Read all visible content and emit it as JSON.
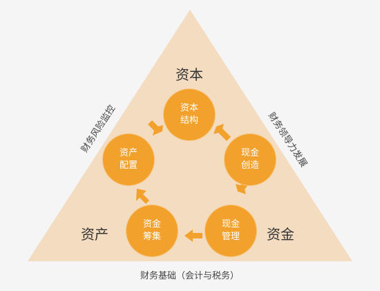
{
  "corners": {
    "top": "资本",
    "left": "资产",
    "right": "资金"
  },
  "sides": {
    "left": "财务风险监控",
    "right": "财务领导力发展",
    "bottom": "财务基础（会计与税务）"
  },
  "cycle": [
    {
      "id": "capital-structure",
      "text": "资本结构"
    },
    {
      "id": "cash-creation",
      "text": "现金创造"
    },
    {
      "id": "cash-management",
      "text": "现金管理"
    },
    {
      "id": "fund-raising",
      "text": "资金筹集"
    },
    {
      "id": "asset-allocation",
      "text": "资产配置"
    }
  ],
  "colors": {
    "triangle": "#f3dcc0",
    "circle": "#f3a12d",
    "arrow": "#f3a12d",
    "background": "#f5f5f5"
  }
}
